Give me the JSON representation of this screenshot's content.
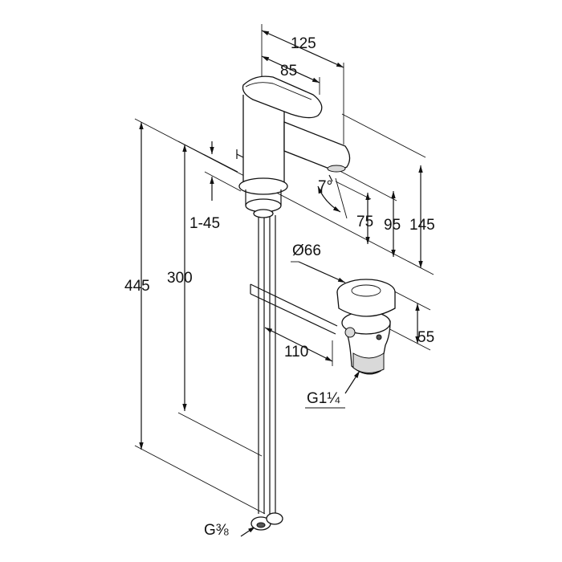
{
  "dimensions": {
    "overall_height": "445",
    "height_300": "300",
    "lift_rod_range": "1-45",
    "total_depth": "125",
    "lever_depth": "85",
    "spout_angle": "7°",
    "spout_height": "75",
    "outlet_height": "95",
    "top_height": "145",
    "waste_diameter": "Ø66",
    "waste_height": "55",
    "rod_distance": "110",
    "waste_thread": "G1¼",
    "hose_thread": "G⅜"
  },
  "colors": {
    "line": "#111111",
    "background": "#ffffff"
  }
}
